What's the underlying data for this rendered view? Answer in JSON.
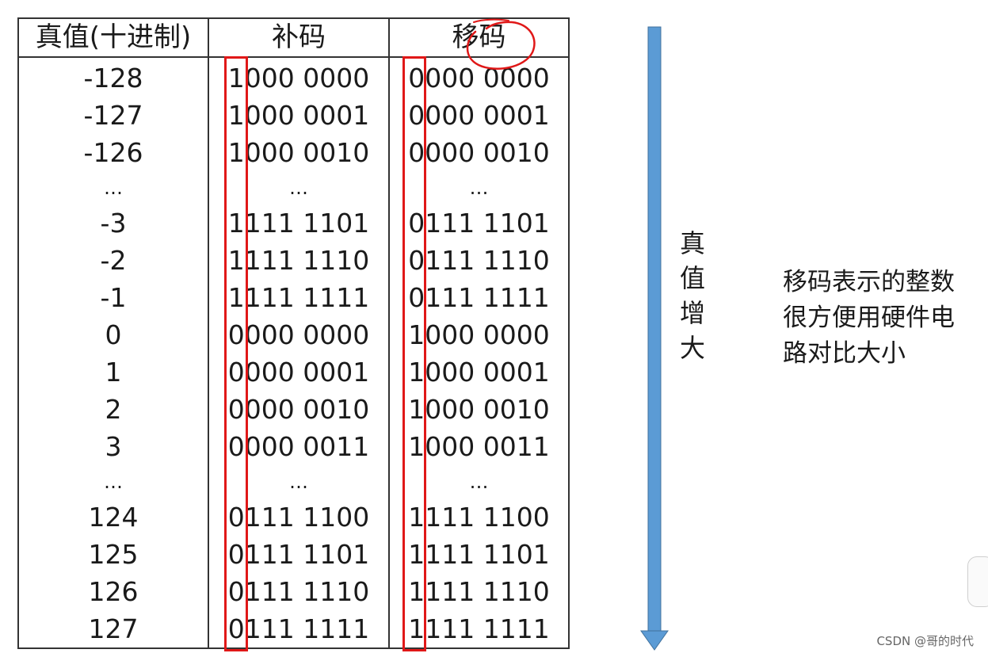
{
  "table": {
    "headers": [
      "真值(十进制)",
      "补码",
      "移码"
    ],
    "rows": [
      {
        "true_value": "-128",
        "complement": "1000 0000",
        "excess": "0000 0000"
      },
      {
        "true_value": "-127",
        "complement": "1000 0001",
        "excess": "0000 0001"
      },
      {
        "true_value": "-126",
        "complement": "1000 0010",
        "excess": "0000 0010"
      },
      {
        "true_value": "…",
        "complement": "…",
        "excess": "…"
      },
      {
        "true_value": "-3",
        "complement": "1111 1101",
        "excess": "0111 1101"
      },
      {
        "true_value": "-2",
        "complement": "1111 1110",
        "excess": "0111 1110"
      },
      {
        "true_value": "-1",
        "complement": "1111 1111",
        "excess": "0111 1111"
      },
      {
        "true_value": "0",
        "complement": "0000 0000",
        "excess": "1000 0000"
      },
      {
        "true_value": "1",
        "complement": "0000 0001",
        "excess": "1000 0001"
      },
      {
        "true_value": "2",
        "complement": "0000 0010",
        "excess": "1000 0010"
      },
      {
        "true_value": "3",
        "complement": "0000 0011",
        "excess": "1000 0011"
      },
      {
        "true_value": "…",
        "complement": "…",
        "excess": "…"
      },
      {
        "true_value": "124",
        "complement": "0111 1100",
        "excess": "1111 1100"
      },
      {
        "true_value": "125",
        "complement": "0111 1101",
        "excess": "1111 1101"
      },
      {
        "true_value": "126",
        "complement": "0111 1110",
        "excess": "1111 1110"
      },
      {
        "true_value": "127",
        "complement": "0111 1111",
        "excess": "1111 1111"
      }
    ]
  },
  "arrow_label": [
    "真",
    "值",
    "增",
    "大"
  ],
  "note_lines": [
    "移码表示的整数",
    "很方便用硬件电",
    "路对比大小"
  ],
  "watermark": "CSDN @哥的时代",
  "colors": {
    "arrow": "#5b9bd5",
    "arrow_stroke": "#41719c",
    "highlight": "#e01818",
    "text": "#1a1a1a"
  }
}
